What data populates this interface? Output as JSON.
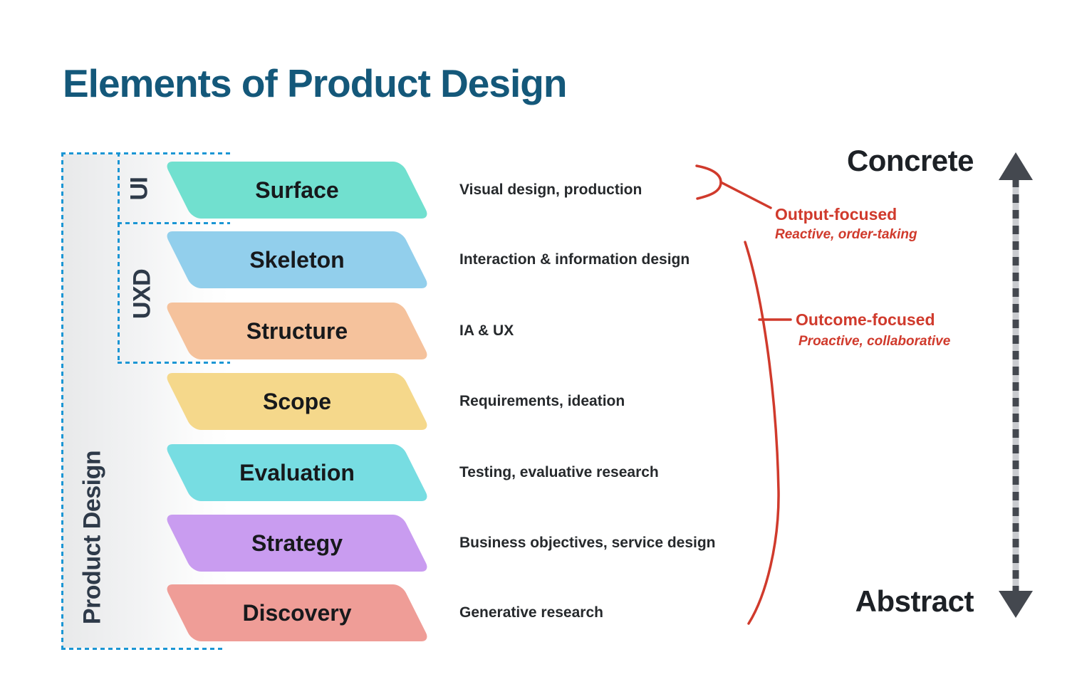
{
  "title": "Elements of Product Design",
  "colors": {
    "title": "#14587a",
    "accent_red": "#d03a2c",
    "dotted_blue": "#1b96d4",
    "arrow_dark": "#44484f",
    "arrow_light": "#c9cbcf",
    "label_navy": "#2e3a49"
  },
  "groups": {
    "ui_label": "UI",
    "uxd_label": "UXD",
    "product_design_label": "Product Design"
  },
  "layers": [
    {
      "name": "Surface",
      "description": "Visual design, production",
      "color": "#71e0cf"
    },
    {
      "name": "Skeleton",
      "description": "Interaction & information design",
      "color": "#92cfec"
    },
    {
      "name": "Structure",
      "description": "IA & UX",
      "color": "#f5c29c"
    },
    {
      "name": "Scope",
      "description": "Requirements, ideation",
      "color": "#f5d88b"
    },
    {
      "name": "Evaluation",
      "description": "Testing, evaluative research",
      "color": "#77dde2"
    },
    {
      "name": "Strategy",
      "description": "Business objectives, service design",
      "color": "#c99cf0"
    },
    {
      "name": "Discovery",
      "description": "Generative research",
      "color": "#ef9d97"
    }
  ],
  "annotations": {
    "output_focused": {
      "label": "Output-focused",
      "sub": "Reactive, order-taking"
    },
    "outcome_focused": {
      "label": "Outcome-focused",
      "sub": "Proactive, collaborative"
    }
  },
  "axis": {
    "top_label": "Concrete",
    "bottom_label": "Abstract"
  }
}
